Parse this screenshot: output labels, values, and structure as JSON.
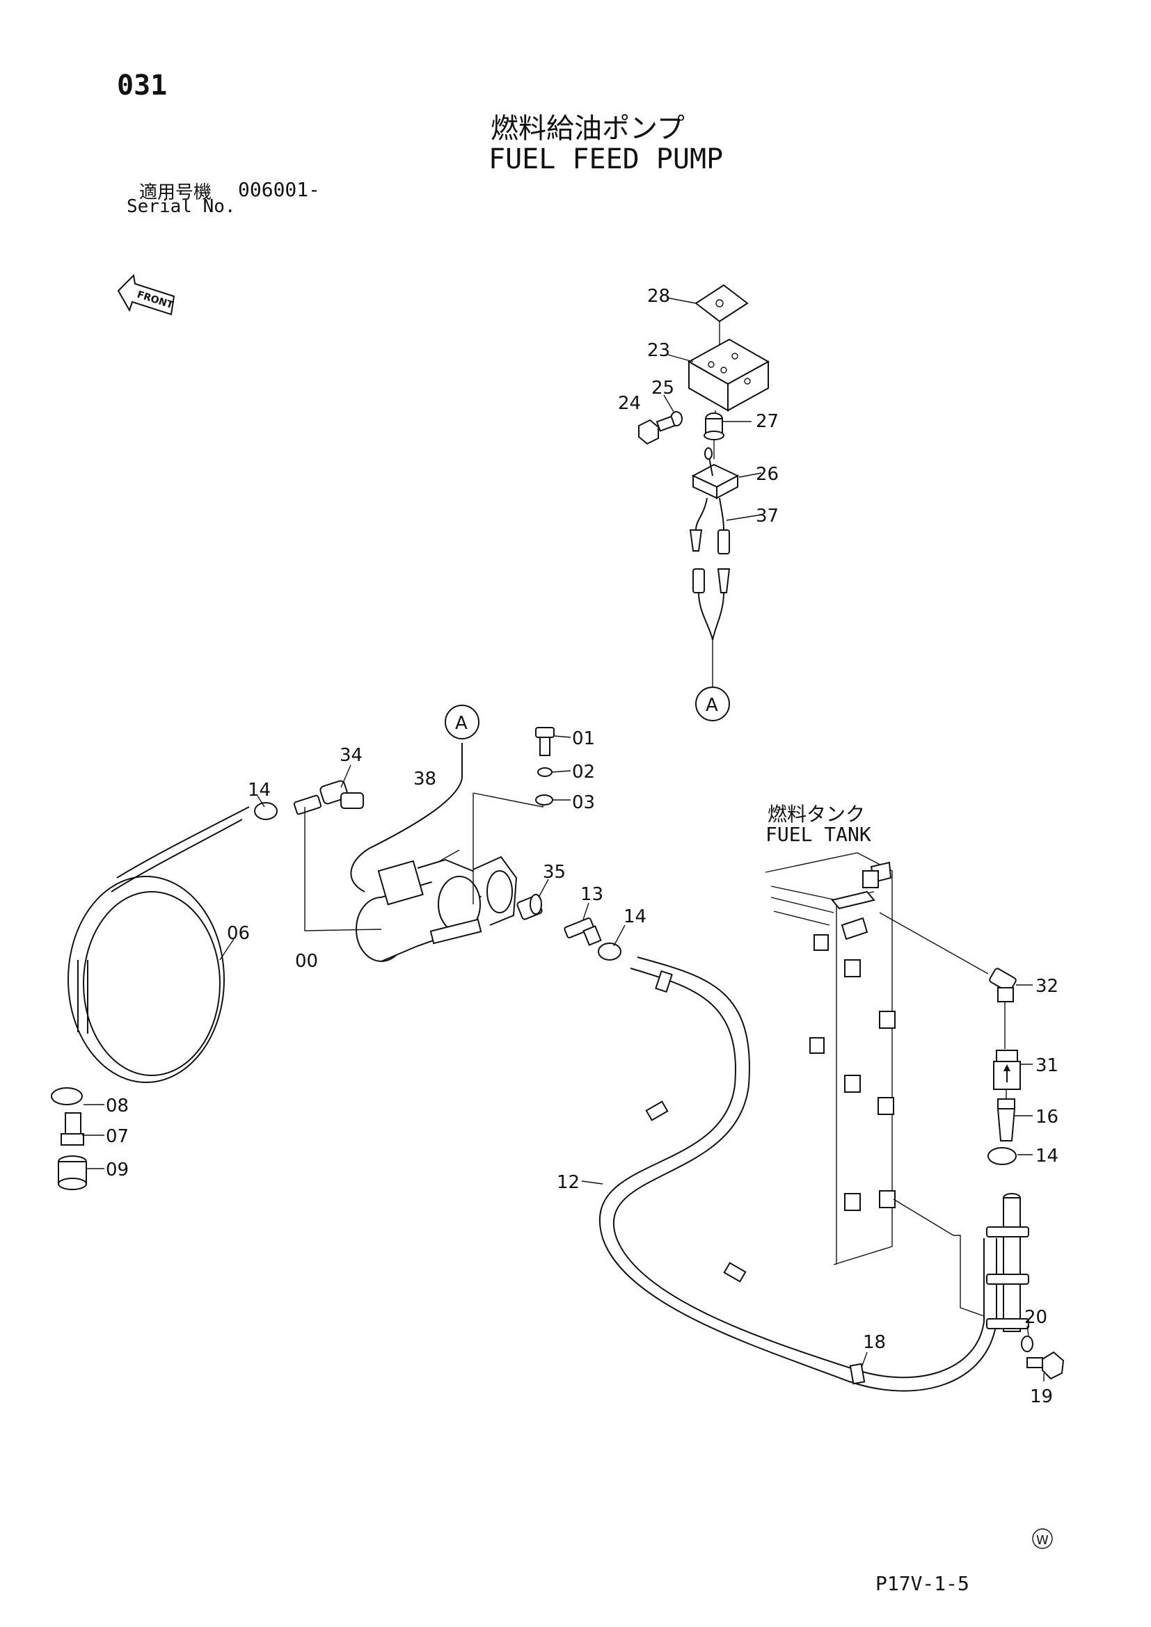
{
  "header": {
    "page_number": "031",
    "title_jp": "燃料給油ポンプ",
    "title_en": "FUEL FEED PUMP",
    "serial_label_jp": "適用号機",
    "serial_value": "006001-",
    "serial_label_en": "Serial No."
  },
  "front_marker": "FRONT",
  "fuel_tank": {
    "label_jp": "燃料タンク",
    "label_en": "FUEL TANK"
  },
  "connector_marker": "A",
  "callouts": {
    "p28": "28",
    "p23": "23",
    "p25": "25",
    "p24": "24",
    "p27": "27",
    "p26": "26",
    "p37": "37",
    "p01": "01",
    "p02": "02",
    "p03": "03",
    "p34": "34",
    "p38": "38",
    "p14a": "14",
    "p35": "35",
    "p13": "13",
    "p14b": "14",
    "p06": "06",
    "p00": "00",
    "p08": "08",
    "p07": "07",
    "p09": "09",
    "p12": "12",
    "p32": "32",
    "p31": "31",
    "p16": "16",
    "p14c": "14",
    "p20": "20",
    "p18": "18",
    "p19": "19"
  },
  "watermark_symbol": "W",
  "footer": {
    "drawing_code": "P17V-1-5"
  }
}
